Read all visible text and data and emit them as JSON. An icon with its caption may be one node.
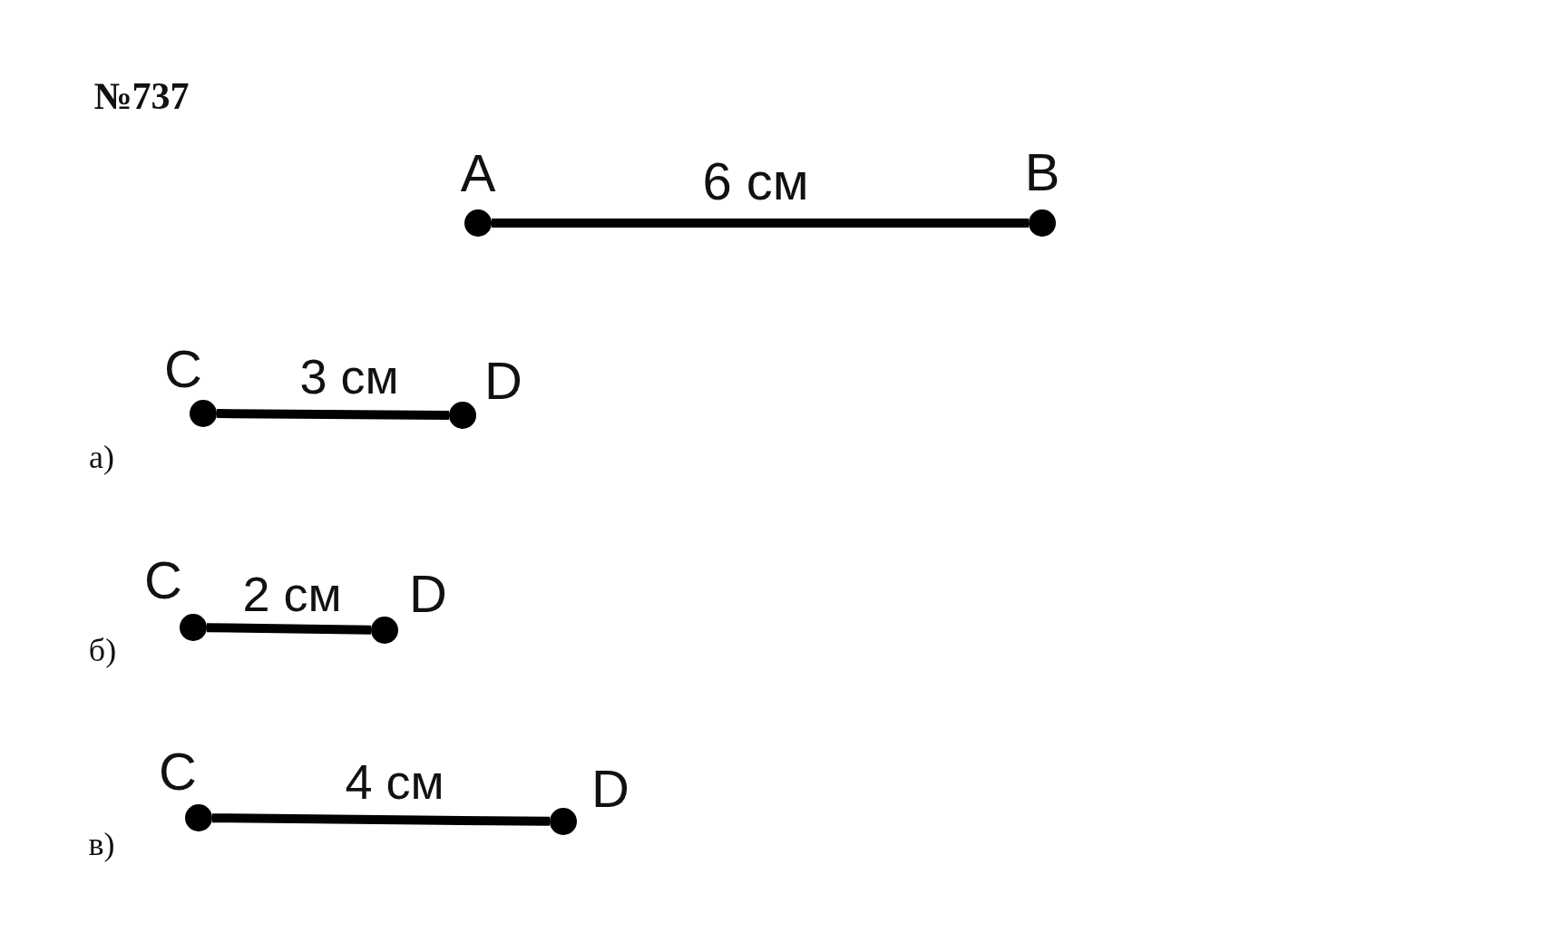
{
  "diagram": {
    "nodes": [
      {
        "text": [],
        "shape": "circle",
        "beside": [
          "A"
        ]
      },
      {
        "text": [],
        "shape": "circle",
        "beside": [
          "B"
        ]
      },
      {
        "text": [],
        "shape": "circle",
        "beside": [
          "C"
        ]
      },
      {
        "text": [],
        "shape": "circle",
        "beside": [
          "D"
        ]
      },
      {
        "text": [],
        "shape": "circle",
        "beside": [
          "C"
        ]
      },
      {
        "text": [],
        "shape": "circle",
        "beside": [
          "D"
        ]
      },
      {
        "text": [],
        "shape": "circle",
        "beside": [
          "C"
        ]
      },
      {
        "text": [],
        "shape": "circle",
        "beside": [
          "D"
        ]
      }
    ],
    "edges": [
      {
        "from": 0,
        "to": 1,
        "arrow": "none",
        "label": "6 см"
      },
      {
        "from": 2,
        "to": 3,
        "arrow": "none",
        "label": "3 см"
      },
      {
        "from": 4,
        "to": 5,
        "arrow": "none",
        "label": "2 см"
      },
      {
        "from": 6,
        "to": 7,
        "arrow": "none",
        "label": "4 см"
      }
    ],
    "labels": [
      "№737",
      "а)",
      "б)",
      "в)"
    ]
  }
}
